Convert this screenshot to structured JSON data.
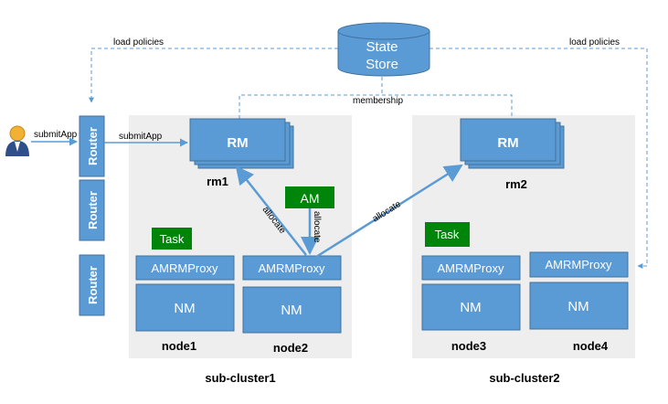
{
  "store": {
    "line1": "State",
    "line2": "Store"
  },
  "labels": {
    "load_policies_left": "load policies",
    "load_policies_right": "load policies",
    "membership": "membership",
    "submit_user": "submitApp",
    "submit_router": "submitApp",
    "allocate_rm": "allocate",
    "allocate_am": "allocate",
    "allocate_rm2": "allocate"
  },
  "routers": [
    "Router",
    "Router",
    "Router"
  ],
  "rm": {
    "rm1_label": "RM",
    "rm2_label": "RM",
    "rm1_name": "rm1",
    "rm2_name": "rm2"
  },
  "am": "AM",
  "tasks": [
    "Task",
    "Task"
  ],
  "proxies": [
    "AMRMProxy",
    "AMRMProxy",
    "AMRMProxy",
    "AMRMProxy"
  ],
  "nms": [
    "NM",
    "NM",
    "NM",
    "NM"
  ],
  "nodes": [
    "node1",
    "node2",
    "node3",
    "node4"
  ],
  "clusters": [
    "sub-cluster1",
    "sub-cluster2"
  ],
  "colors": {
    "box_fill": "#5B9BD5",
    "box_stroke": "#41719C",
    "green": "#00850B",
    "cluster_bg": "#EEEEEE",
    "line": "#5B9BD5",
    "text_white": "#FFFFFF"
  }
}
